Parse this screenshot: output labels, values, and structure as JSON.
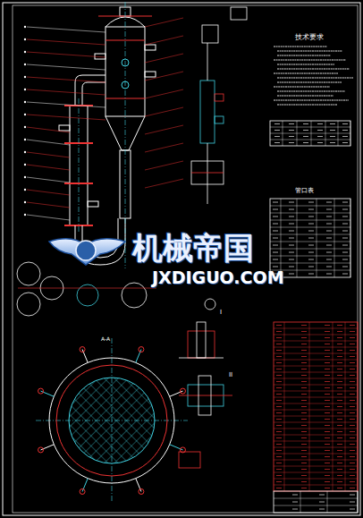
{
  "diagram": {
    "labels": [
      "技术要求",
      "管口表",
      "机械帝国",
      "JXDIGUO.COM",
      "A-A",
      "I",
      "II"
    ]
  }
}
